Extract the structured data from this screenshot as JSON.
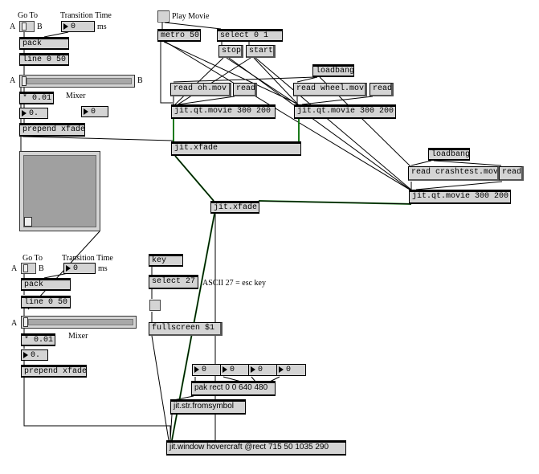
{
  "diagram": {
    "block1": {
      "goto_label": "Go To",
      "a_label": "A",
      "b_label": "B",
      "transition_label": "Transition Time",
      "transition_value": "0",
      "ms_label": "ms",
      "pack": "pack",
      "line": "line 0 50",
      "slider_a": "A",
      "slider_b": "B",
      "mul": "* 0.01",
      "mixer_label": "Mixer",
      "out_value": "0.",
      "mixer_value": "0",
      "prepend": "prepend xfade"
    },
    "block2": {
      "goto_label": "Go To",
      "a_label": "A",
      "b_label": "B",
      "transition_label": "Transition Time",
      "transition_value": "0",
      "ms_label": "ms",
      "pack": "pack",
      "line": "line 0 50",
      "slider_a": "A",
      "mul": "* 0.01",
      "mixer_label": "Mixer",
      "out_value": "0.",
      "prepend": "prepend xfade"
    },
    "transport": {
      "play_label": "Play Movie",
      "metro": "metro 50",
      "select": "select 0 1",
      "stop": "stop",
      "start": "start"
    },
    "movies": {
      "loadbang1": "loadbang",
      "read_oh": "read oh.mov",
      "read1": "read",
      "read_wheel": "read wheel.mov",
      "read2": "read",
      "movie1": "jit.qt.movie 300 200",
      "movie2": "jit.qt.movie 300 200",
      "loadbang2": "loadbang",
      "read_crash": "read crashtest.mov",
      "read3": "read",
      "movie3": "jit.qt.movie 300 200"
    },
    "mixing": {
      "xfade1": "jit.xfade",
      "xfade2": "jit.xfade"
    },
    "keyboard": {
      "key": "key",
      "select27": "select 27",
      "ascii_comment": "ASCII 27 = esc key",
      "fullscreen": "fullscreen $1"
    },
    "window": {
      "num1": "0",
      "num2": "0",
      "num3": "0",
      "num4": "0",
      "pak": "pak rect 0 0 640 480",
      "fromsymbol": "jit.str.fromsymbol",
      "jitwindow": "jit.window hovercraft @rect 715 50 1035 290"
    }
  }
}
